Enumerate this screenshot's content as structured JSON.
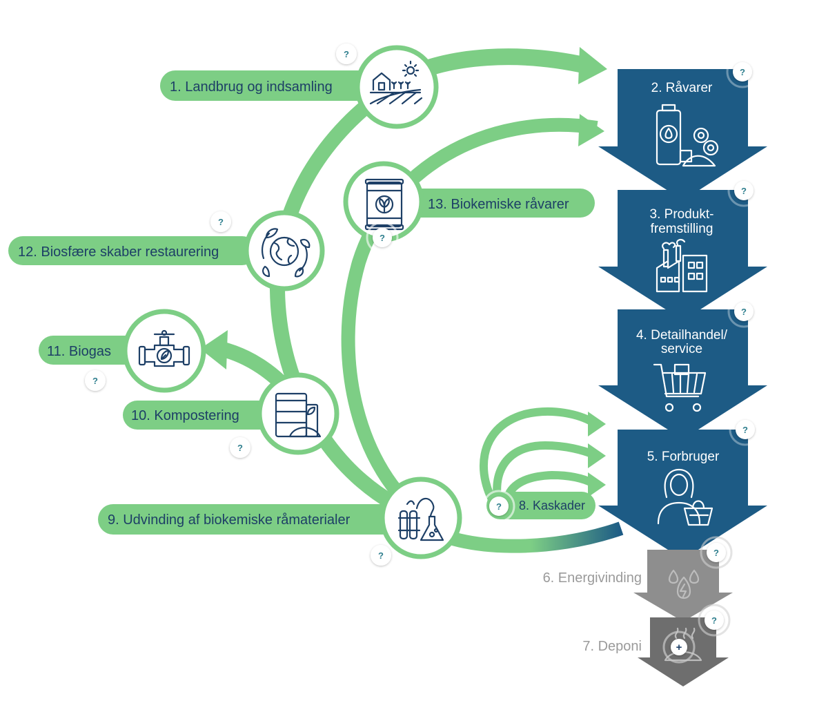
{
  "colors": {
    "green": "#7dce85",
    "navy": "#1d5b85",
    "navy_text": "#1d3f66",
    "grey_arrow": "#8e8e8e",
    "grey_arrow_dark": "#6e6e6e",
    "help_text": "#2f7f8e"
  },
  "help_symbol": "?",
  "expand_symbol": "+",
  "stages": {
    "landbrug": {
      "label": "1. Landbrug og indsamling",
      "icon": "farm-icon"
    },
    "ravarer": {
      "label": "2. Råvarer",
      "icon": "raw-materials-icon"
    },
    "produkt": {
      "label_line1": "3. Produkt-",
      "label_line2": "fremstilling",
      "icon": "factory-icon"
    },
    "detail": {
      "label_line1": "4. Detailhandel/",
      "label_line2": "service",
      "icon": "shopping-cart-icon"
    },
    "forbruger": {
      "label": "5. Forbruger",
      "icon": "consumer-icon"
    },
    "energi": {
      "label": "6. Energivinding",
      "icon": "energy-drops-icon"
    },
    "deponi": {
      "label": "7. Deponi",
      "icon": "landfill-icon"
    },
    "kaskader": {
      "label": "8. Kaskader"
    },
    "udvinding": {
      "label": "9. Udvinding af biokemiske råmaterialer",
      "icon": "lab-flasks-icon"
    },
    "kompost": {
      "label": "10. Kompostering",
      "icon": "compost-bins-icon"
    },
    "biogas": {
      "label": "11. Biogas",
      "icon": "biogas-valve-icon"
    },
    "biosfaere": {
      "label": "12. Biosfære skaber restaurering",
      "icon": "earth-leaves-icon"
    },
    "biokemisk": {
      "label": "13. Biokemiske råvarer",
      "icon": "bio-barrel-icon"
    }
  }
}
